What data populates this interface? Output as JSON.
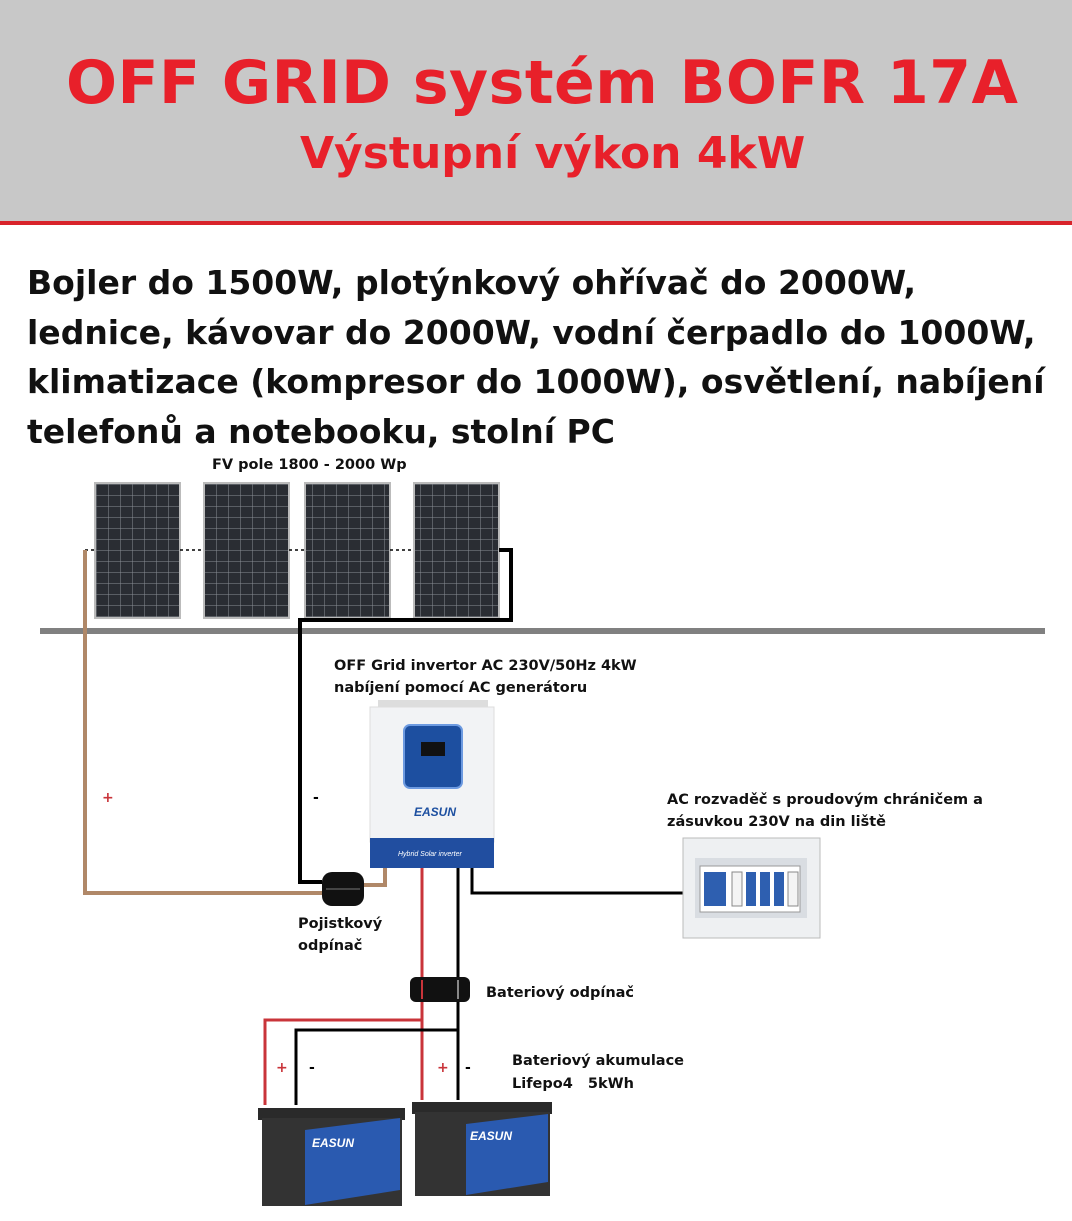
{
  "header": {
    "title": "OFF GRID systém BOFR 17A",
    "subtitle": "Výstupní výkon 4kW"
  },
  "description": "Bojler do 1500W, plotýnkový ohřívač do 2000W, lednice, kávovar do 2000W, vodní čerpadlo do 1000W, klimatizace (kompresor do 1000W), osvětlení, nabíjení telefonů a notebooku, stolní PC",
  "labels": {
    "pv_array": "FV pole 1800 - 2000 Wp",
    "inverter_line1": "OFF Grid invertor AC 230V/50Hz  4kW",
    "inverter_line2": "nabíjení pomocí AC generátoru",
    "ac_box_line1": "AC rozvaděč s proudovým chráničem a",
    "ac_box_line2": "zásuvkou 230V na din liště",
    "fuse_line1": "Pojistkový",
    "fuse_line2": "odpínač",
    "battery_switch": "Bateriový odpínač",
    "battery_line1": "Bateriový akumulace",
    "battery_line2": "Lifepo4   5kWh"
  },
  "signs": {
    "plus": "+",
    "minus": "-"
  },
  "device_text": {
    "brand": "EASUN",
    "inverter_band": "Hybrid Solar inverter"
  },
  "colors": {
    "title": "#e8202a",
    "header_bg": "#c8c8c8",
    "pv_wire": "#b08868",
    "dc_plus": "#c9343a",
    "wire": "#000000",
    "rail": "#808080"
  }
}
